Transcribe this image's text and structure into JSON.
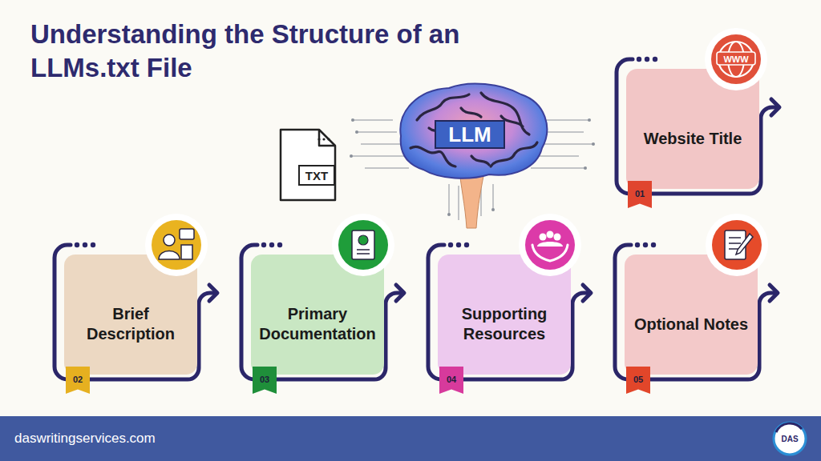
{
  "diagram": {
    "title": "Understanding the Structure of an LLMs.txt File",
    "nodes": [
      {
        "text": [
          "Website Title",
          "01"
        ]
      },
      {
        "text": [
          "Brief Description",
          "02"
        ]
      },
      {
        "text": [
          "Primary Documentation",
          "03"
        ]
      },
      {
        "text": [
          "Supporting Resources",
          "04"
        ]
      },
      {
        "text": [
          "Optional Notes",
          "05"
        ]
      }
    ],
    "labels": [
      "TXT",
      "LLM",
      "WWW",
      "daswritingservices.com",
      "DAS"
    ]
  }
}
